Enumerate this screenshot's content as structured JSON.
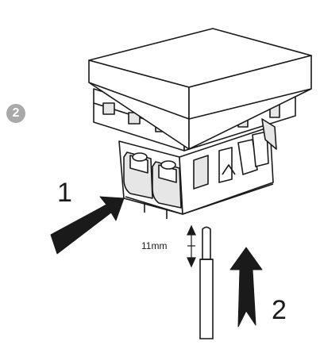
{
  "step": {
    "number": "2"
  },
  "labels": {
    "arrow_1": "1",
    "arrow_2": "2",
    "strip_length": "11mm"
  },
  "colors": {
    "line": "#1a1a1a",
    "badge": "#a9a9a9",
    "fill_light": "#ffffff",
    "fill_grey": "#e6e6e6",
    "arrow": "#1a1a1a"
  }
}
